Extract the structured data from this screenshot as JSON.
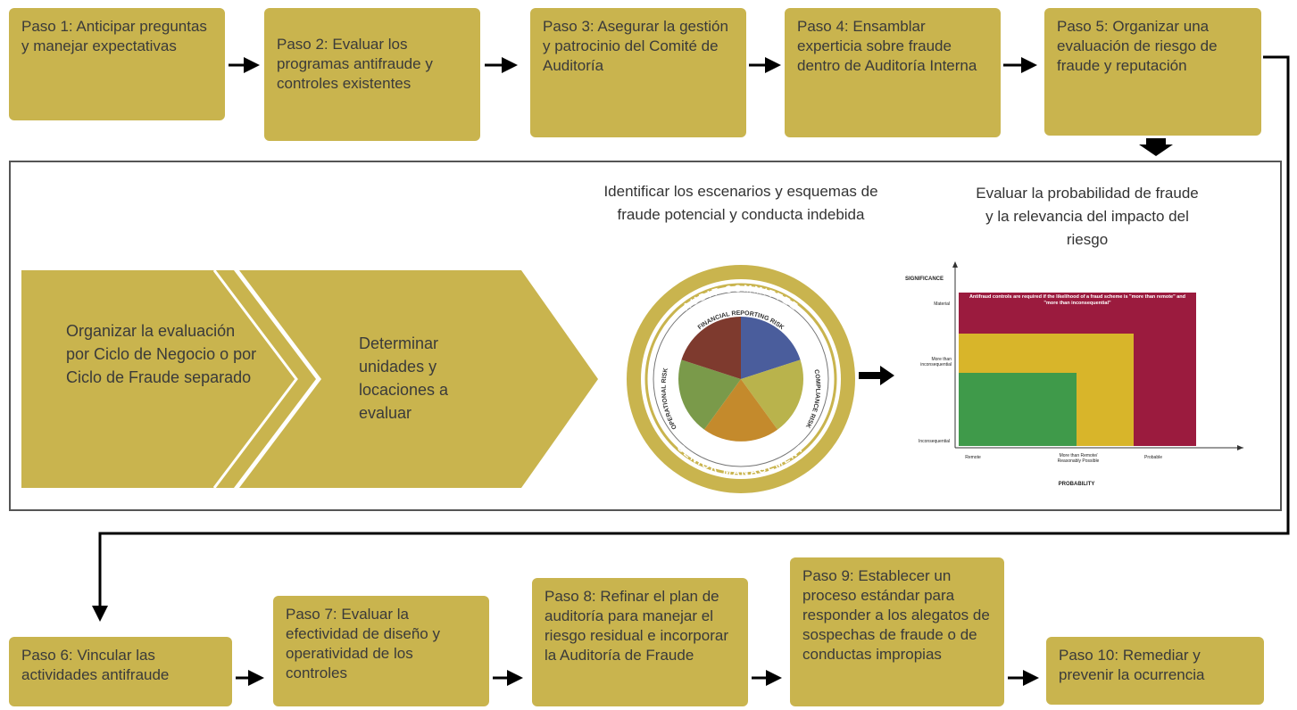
{
  "steps": {
    "s1": "Paso 1: Anticipar preguntas y manejar expectativas",
    "s2": "Paso 2: Evaluar los programas antifraude y controles existentes",
    "s3": "Paso 3: Asegurar la gestión y patrocinio del Comité de Auditoría",
    "s4": "Paso 4: Ensamblar experticia sobre fraude dentro de Auditoría Interna",
    "s5": "Paso 5: Organizar una evaluación de riesgo de fraude y reputación",
    "s6": "Paso 6: Vincular las actividades antifraude",
    "s7": "Paso 7: Evaluar la efectividad de diseño y operatividad de los controles",
    "s8": "Paso 8: Refinar el plan de auditoría para manejar el riesgo residual e incorporar la Auditoría de Fraude",
    "s9": "Paso 9: Establecer un proceso estándar para responder a los alegatos de sospechas de fraude o de conductas impropias",
    "s10": "Paso 10: Remediar y prevenir la ocurrencia"
  },
  "panel": {
    "chevron1": "Organizar la evaluación por Ciclo de Negocio o por Ciclo de Fraude separado",
    "chevron2": "Determinar unidades y locaciones a evaluar",
    "heading_scenarios": "Identificar los escenarios y esquemas de fraude potencial y conducta indebida",
    "heading_probability": "Evaluar la probabilidad de fraude y la relevancia del impacto del riesgo"
  },
  "wheel": {
    "outer_top": "AUDIT COMMITTEE",
    "outer_bottom": "SENIOR MANAGEMENT",
    "ring_top": "FINANCIAL REPORTING RISK",
    "ring_left": "OPERATIONAL RISK",
    "ring_right": "COMPLIANCE RISK"
  },
  "matrix": {
    "ylabel": "SIGNIFICANCE",
    "xlabel": "PROBABILITY",
    "y_ticks": [
      "Material",
      "More than inconsequential",
      "Inconsequential"
    ],
    "x_ticks": [
      "Remote",
      "More than Remote/ Reasonably Possible",
      "Probable"
    ],
    "note": "Antifraud controls are required if the likelihood of a fraud scheme is \"more than remote\" and \"more than inconsequential\"",
    "colors": {
      "red": "#9b1b3e",
      "yellow": "#d8b52a",
      "green": "#3f9a4a"
    }
  },
  "colors": {
    "step": "#c9b44e",
    "chevron": "#c9b44e"
  }
}
